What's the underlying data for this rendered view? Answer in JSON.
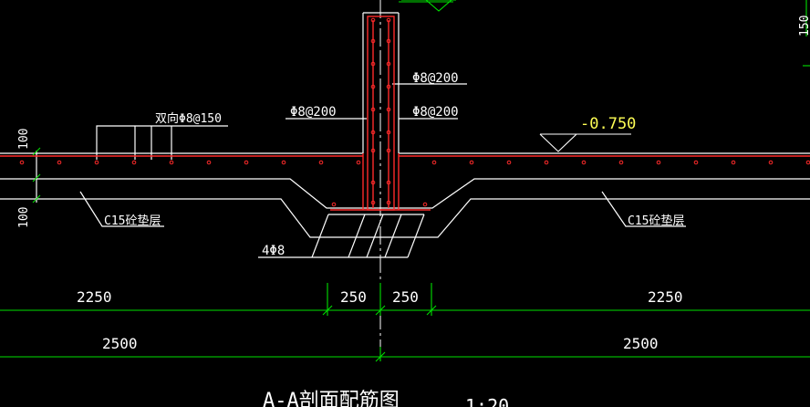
{
  "colors": {
    "background": "#000000",
    "concrete": "#ffffff",
    "rebar": "#ff2a2a",
    "dimension": "#00e000",
    "elevation": "#ffff55"
  },
  "labels": {
    "rebar_top": "Φ8@200",
    "rebar_wall_left": "Φ8@200",
    "rebar_wall_right": "Φ8@200",
    "slab_rebar": "双向Φ8@150",
    "elevation": "-0.750",
    "cushion_left": "C15砼垫层",
    "cushion_right": "C15砼垫层",
    "footing_bars": "4Φ8",
    "dim_100_top": "100",
    "dim_100_bottom": "100",
    "dim_150_edge": "150",
    "dim_2250_left": "2250",
    "dim_250_left": "250",
    "dim_250_right": "250",
    "dim_2250_right": "2250",
    "dim_2500_left": "2500",
    "dim_2500_right": "2500",
    "title": "A-A剖面配筋图",
    "scale": "1:20"
  }
}
